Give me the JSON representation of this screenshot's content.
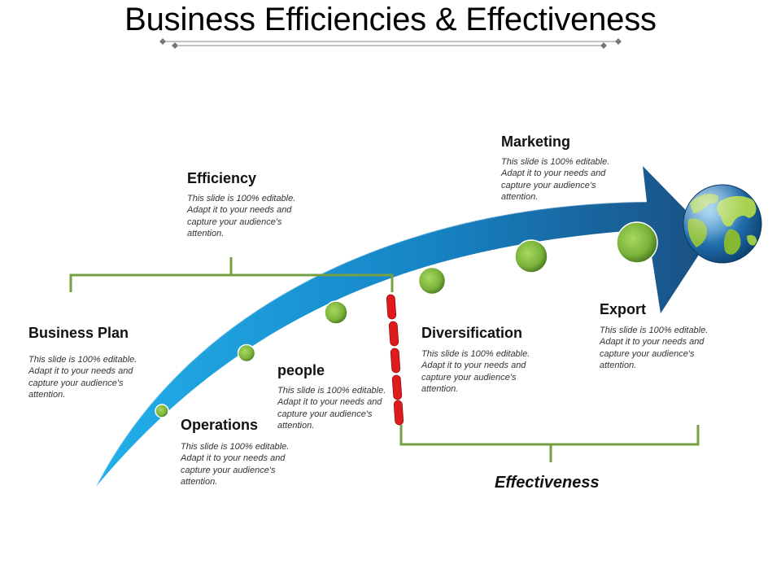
{
  "slide": {
    "title": "Business Efficiencies & Effectiveness"
  },
  "groups": {
    "efficiency_label": "Efficiency",
    "efficiency_desc": "This slide is 100% editable. Adapt it to your needs and capture your audience's attention.",
    "effectiveness_label": "Effectiveness"
  },
  "items": [
    {
      "label": "Business Plan",
      "desc": "This slide is 100% editable. Adapt it to your needs and capture your audience's attention."
    },
    {
      "label": "Operations",
      "desc": "This slide is 100% editable. Adapt it to your needs and capture your audience's attention."
    },
    {
      "label": "people",
      "desc": "This slide is 100% editable. Adapt it to your needs and capture your audience's attention."
    },
    {
      "label": "Diversification",
      "desc": "This slide is 100% editable. Adapt it to your needs and capture your audience's attention."
    },
    {
      "label": "Marketing",
      "desc": "This slide is 100% editable. Adapt it to your needs and capture your audience's attention."
    },
    {
      "label": "Export",
      "desc": "This slide is 100% editable. Adapt it to your needs and capture your audience's attention."
    }
  ],
  "colors": {
    "arrow_light": "#1aa0dc",
    "arrow_dark": "#1b5a8c",
    "bracket_green": "#77a043",
    "dot_green": "#8cc63f",
    "divider_red": "#e01b1b"
  }
}
